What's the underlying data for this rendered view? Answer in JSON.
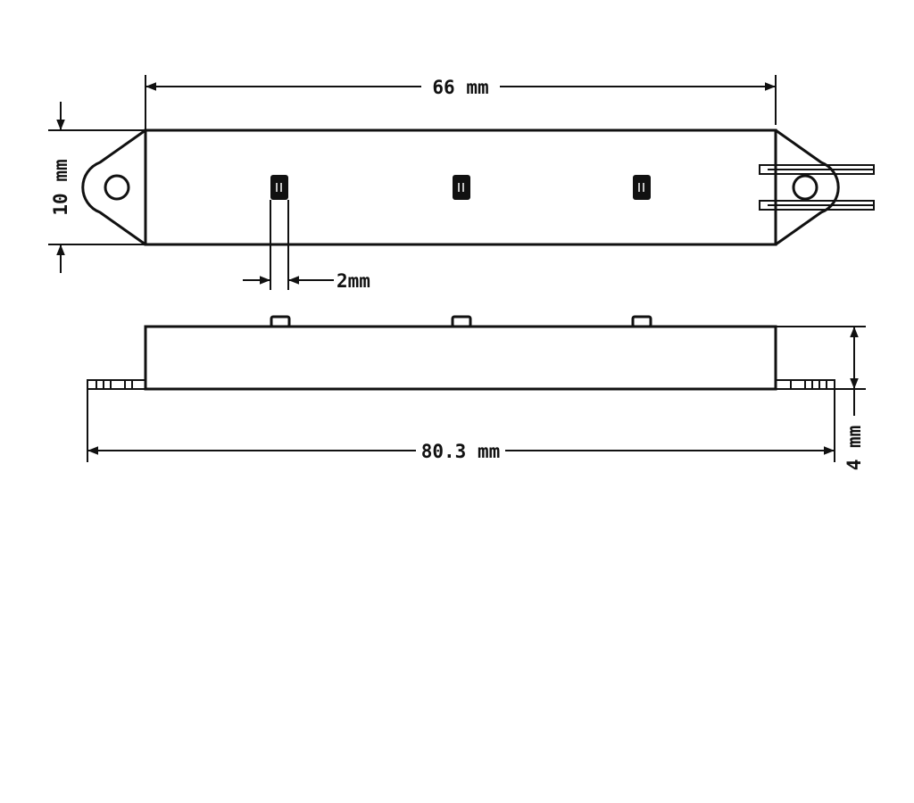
{
  "dimensions": {
    "length_label": "66 mm",
    "width_label": "10 mm",
    "led_width_label": "2mm",
    "total_length_label": "80.3 mm",
    "height_label": "4 mm"
  }
}
